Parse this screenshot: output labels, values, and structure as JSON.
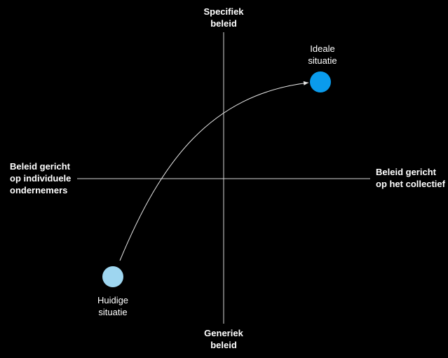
{
  "axes": {
    "top": [
      "Specifiek",
      "beleid"
    ],
    "bottom": [
      "Generiek",
      "beleid"
    ],
    "left": [
      "Beleid gericht",
      "op individuele",
      "ondernemers"
    ],
    "right": [
      "Beleid gericht",
      "op het collectief"
    ]
  },
  "points": {
    "ideal": {
      "label": [
        "Ideale",
        "situatie"
      ],
      "color": "#0A9BEC"
    },
    "current": {
      "label": [
        "Huidige",
        "situatie"
      ],
      "color": "#9ED6F0"
    }
  },
  "colors": {
    "background": "#000000",
    "axis": "#d9d9d9",
    "arrow": "#e6e6e6",
    "text": "#ffffff"
  }
}
